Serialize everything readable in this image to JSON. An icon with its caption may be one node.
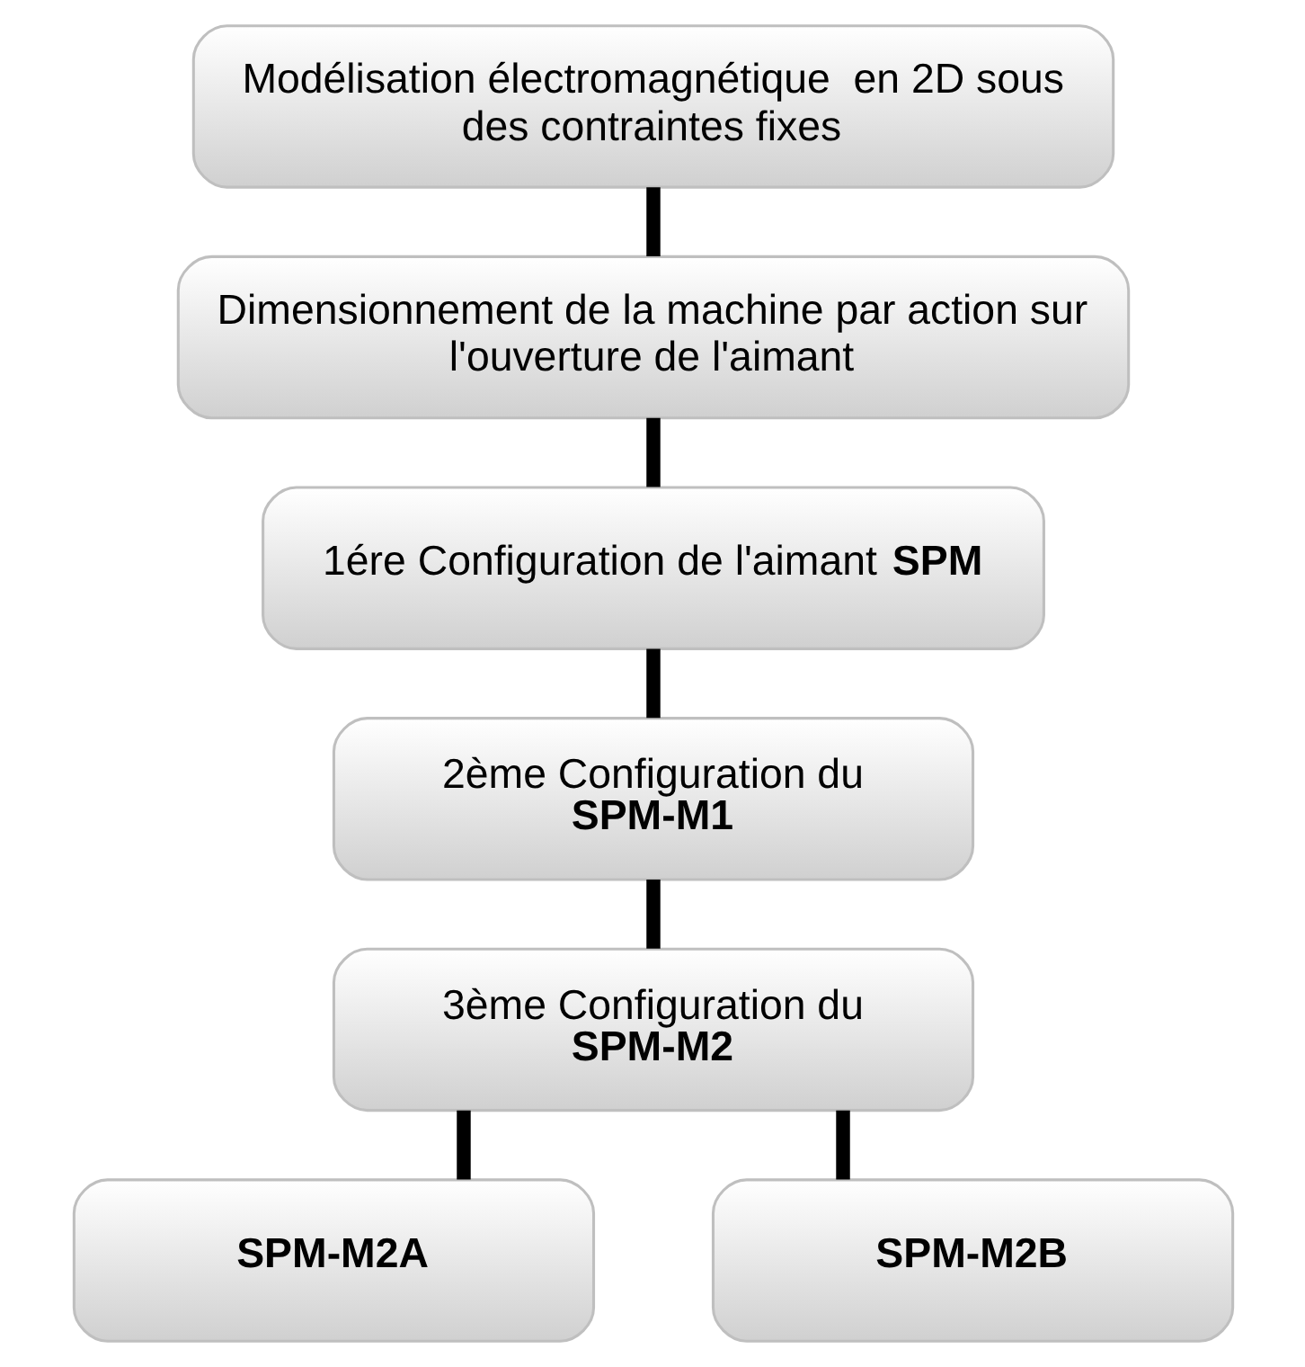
{
  "diagram": {
    "nodes": [
      {
        "text": [
          "Modélisation électromagnétique  en 2D sous des contraintes fixes"
        ]
      },
      {
        "text": [
          "Dimensionnement de la machine par action sur l'ouverture de l'aimant"
        ]
      },
      {
        "text": [
          "1ére Configuration de l'aimant **SPM**"
        ]
      },
      {
        "text": [
          "2ème Configuration du",
          "SPM-M1"
        ]
      },
      {
        "text": [
          "3ème Configuration du",
          "SPM-M2"
        ]
      },
      {
        "text": [
          "SPM-M2A"
        ]
      },
      {
        "text": [
          "SPM-M2B"
        ]
      }
    ],
    "edges": [
      {
        "from": 0,
        "to": 1,
        "arrow": "none"
      },
      {
        "from": 1,
        "to": 2,
        "arrow": "none"
      },
      {
        "from": 2,
        "to": 3,
        "arrow": "none"
      },
      {
        "from": 3,
        "to": 4,
        "arrow": "none"
      },
      {
        "from": 4,
        "to": 5,
        "arrow": "none"
      },
      {
        "from": 4,
        "to": 6,
        "arrow": "none"
      }
    ]
  }
}
